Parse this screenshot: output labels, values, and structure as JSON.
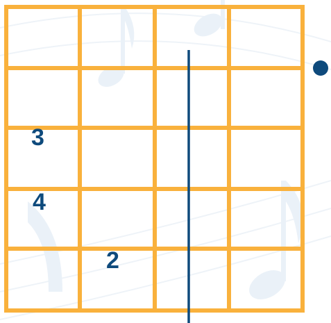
{
  "colors": {
    "grid": "#f9b13c",
    "marker": "#0e4a7c",
    "background_art": "#e9f1f9"
  },
  "diagram": {
    "strings": 5,
    "frets": 5,
    "fingers": [
      {
        "label": "3"
      },
      {
        "label": "4"
      },
      {
        "label": "2"
      }
    ],
    "open_marker": "dot"
  }
}
